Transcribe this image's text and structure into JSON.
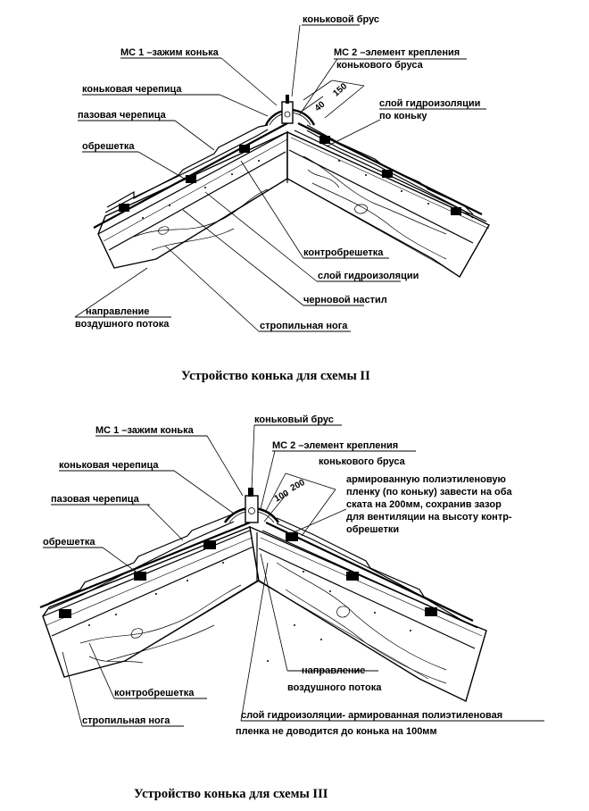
{
  "diagram1": {
    "caption": "Устройство конька для схемы II",
    "labels": {
      "ridge_beam": "коньковой брус",
      "mc1": "МС 1 –зажим конька",
      "mc2_line1": "МС 2 –элемент крепления",
      "mc2_line2": "конькового бруса",
      "ridge_tile": "коньковая черепица",
      "groove_tile": "пазовая черепица",
      "waterproof_ridge_line1": "слой гидроизоляции",
      "waterproof_ridge_line2": "по коньку",
      "batten": "обрешетка",
      "counter_batten": "контробрешетка",
      "waterproof_layer": "слой гидроизоляции",
      "rough_deck": "черновой настил",
      "air_dir_line1": "направление",
      "air_dir_line2": "воздушного потока",
      "rafter": "стропильная нога"
    },
    "dims": {
      "d150": "150",
      "d40": "40"
    }
  },
  "diagram2": {
    "caption": "Устройство конька для схемы III",
    "labels": {
      "ridge_beam": "коньковый брус",
      "mc1": "МС 1 –зажим конька",
      "mc2_line1": "МС 2 –элемент крепления",
      "mc2_line2": "конькового бруса",
      "ridge_tile": "коньковая черепица",
      "film_note_line1": "армированную полиэтиленовую",
      "film_note_line2": "пленку (по коньку) завести на оба",
      "film_note_line3": "ската на 200мм, сохранив зазор",
      "film_note_line4": "для вентиляции на высоту контр-",
      "film_note_line5": "обрешетки",
      "groove_tile": "пазовая черепица",
      "batten": "обрешетка",
      "air_dir_line1": "направление",
      "air_dir_line2": "воздушного потока",
      "counter_batten": "контробрешетка",
      "waterproof_line1": "слой гидроизоляции- армированная полиэтиленовая",
      "waterproof_line2": "пленка не доводится до конька на  100мм",
      "rafter": "стропильная нога"
    },
    "dims": {
      "d200": "200",
      "d100": "100"
    }
  }
}
